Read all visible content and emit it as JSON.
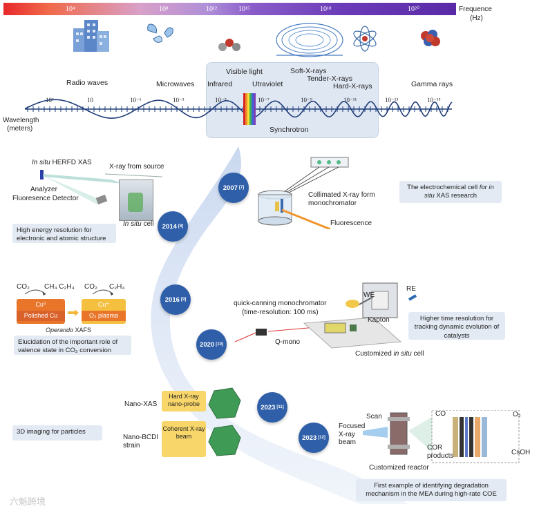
{
  "frequency": {
    "axis_label": "Frequence",
    "unit": "(Hz)",
    "ticks": [
      "10⁴",
      "10⁸",
      "10¹²",
      "10¹⁵",
      "10¹⁸",
      "10²⁰"
    ]
  },
  "spectrum": {
    "bands": [
      "Radio waves",
      "Microwaves",
      "Infrared",
      "Visible light",
      "Utraviolet",
      "Soft-X-rays",
      "Tender-X-rays",
      "Hard-X-rays",
      "Gamma rays"
    ],
    "wavelength_ticks": [
      "10³",
      "10",
      "10⁻¹",
      "10⁻³",
      "10⁻⁵",
      "10⁻⁷",
      "10⁻⁹",
      "10⁻¹¹",
      "10⁻¹³",
      "10⁻¹⁵"
    ],
    "wavelength_label_1": "Wavelength",
    "wavelength_label_2": "(meters)",
    "synchrotron_label": "Synchrotron"
  },
  "timeline": {
    "years": [
      "2007",
      "2014",
      "2016",
      "2020",
      "2023",
      "2023"
    ],
    "refs": [
      "[7]",
      "[8]",
      "[9]",
      "[10]",
      "[11]",
      "[12]"
    ]
  },
  "panel_2014": {
    "title_italic": "In situ",
    "title_rest": " HERFD XAS",
    "xray_source": "X-ray from source",
    "analyzer_1": "Analyzer",
    "analyzer_2": "Fluoresence Detector",
    "cell_italic": "In situ",
    "cell_rest": " cell",
    "caption": "High energy resolution for electronic and atomic structure"
  },
  "panel_2007": {
    "collimated": "Collimated X-ray form monochromator",
    "fluorescence": "Fluorescence",
    "caption_1": "The electrochemical cell ",
    "caption_italic": "for in situ",
    "caption_2": " XAS research"
  },
  "panel_2016": {
    "left_top": "CO₂",
    "left_products": "CH₄ C₂H₄",
    "right_top": "CO₂",
    "right_products": "C₂H₄",
    "cu0": "Cu⁰",
    "cu0_sub": "Polished Cu",
    "cuplus": "Cu⁺",
    "cuplus_sub": "O₂ plasma",
    "operando_italic": "Operando",
    "operando_rest": " XAFS",
    "caption": "Elucidation of the important role of valence state in CO₂ conversion"
  },
  "panel_2020": {
    "mono": "quick-canning monochromator",
    "resolution": "(time-resolution: 100 ms)",
    "qmono": "Q-mono",
    "we": "WE",
    "re": "RE",
    "kapton": "Kapton",
    "customized_1": "Customized ",
    "customized_italic": "in situ",
    "customized_2": " cell",
    "caption": "Higher time resolution for tracking dynamic evolution of catalysts"
  },
  "panel_2023a": {
    "nano_xas": "Nano-XAS",
    "hard_probe": "Hard X-ray nano-probe",
    "nano_bcdi": "Nano-BCDI strain",
    "coherent": "Coherent X-ray beam",
    "caption": "3D imaging for particles"
  },
  "panel_2023b": {
    "scan": "Scan",
    "focused": "Focused X-ray beam",
    "reactor": "Customized reactor",
    "co": "CO",
    "o2": "O₂",
    "cor": "COR products",
    "csoh": "CsOH",
    "caption": "First example of identifying degradation mechanism in the MEA during high-rate COE"
  },
  "watermark": "六魁跨境",
  "colors": {
    "timeline_dot": "#2f5fa8",
    "caption_bg": "#e3eaf4",
    "cu0": "#e8752a",
    "cuplus": "#f5b83a",
    "wave": "#1f3d7a"
  }
}
